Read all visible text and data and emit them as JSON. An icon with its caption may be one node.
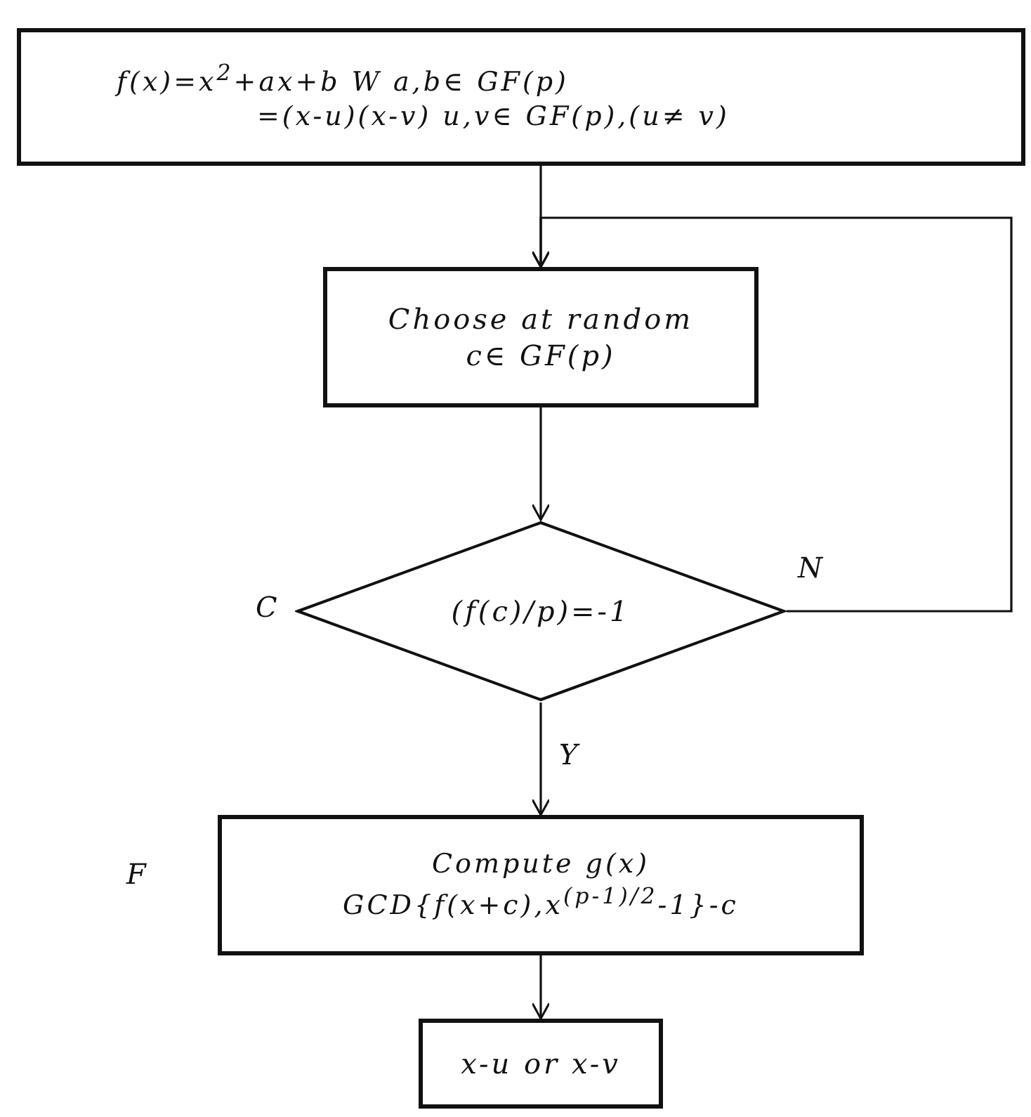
{
  "diagram": {
    "nodes": [
      {
        "text": [
          "f(x)=x$^{2}$+ax+b W a,b∈ GF(p)",
          "=(x-u)(x-v) u,v∈ GF(p),(u≠ v)"
        ]
      },
      {
        "text": [
          "Choose at random c∈ GF(p)"
        ]
      },
      {
        "text": [
          "(f(c)/p)=-1"
        ],
        "beside": [
          "C"
        ]
      },
      {
        "text": [
          "Compute g(x)",
          "GCD{f(x+c),x$^{(p-1)/2}$-1}-c"
        ],
        "beside": [
          "F"
        ]
      },
      {
        "text": [
          "x-u or x-v"
        ]
      }
    ],
    "edges": [
      {
        "from": 0,
        "to": 1,
        "arrow": "to"
      },
      {
        "from": 1,
        "to": 2,
        "arrow": "to"
      },
      {
        "from": 2,
        "to": 1,
        "arrow": "to",
        "label": "N"
      },
      {
        "from": 2,
        "to": 3,
        "arrow": "to",
        "label": "Y"
      },
      {
        "from": 3,
        "to": 4,
        "arrow": "to"
      }
    ]
  }
}
